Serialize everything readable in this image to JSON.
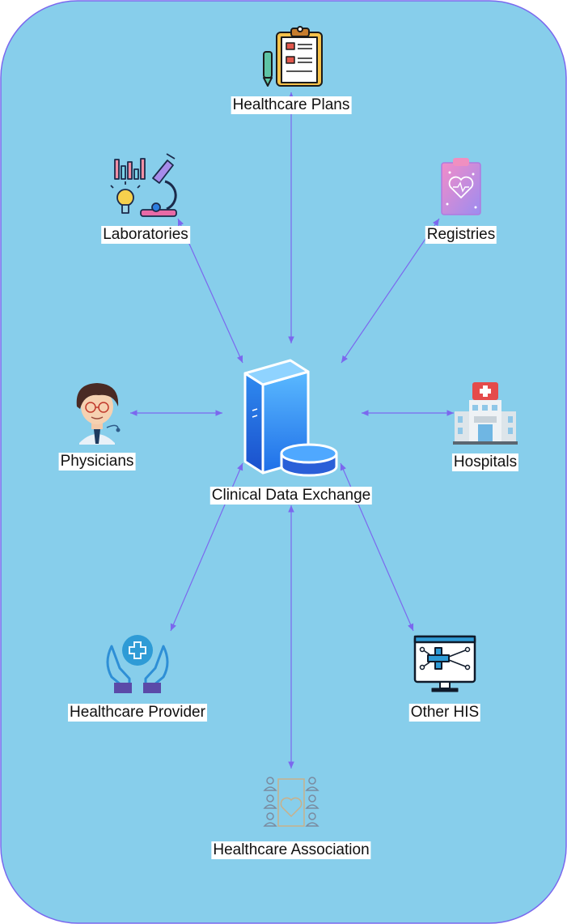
{
  "colors": {
    "background": "#87CEEB",
    "border": "#7B68EE",
    "arrow": "#7B68EE",
    "label_bg": "#FFFFFF"
  },
  "diagram": {
    "center": {
      "label": "Clinical Data Exchange",
      "icon": "server-database-icon"
    },
    "nodes": [
      {
        "id": "plans",
        "label": "Healthcare Plans",
        "icon": "clipboard-plan-icon"
      },
      {
        "id": "labs",
        "label": "Laboratories",
        "icon": "microscope-lab-icon"
      },
      {
        "id": "registries",
        "label": "Registries",
        "icon": "medical-clipboard-icon"
      },
      {
        "id": "physicians",
        "label": "Physicians",
        "icon": "doctor-icon"
      },
      {
        "id": "hospitals",
        "label": "Hospitals",
        "icon": "hospital-building-icon"
      },
      {
        "id": "provider",
        "label": "Healthcare Provider",
        "icon": "hands-medical-cross-icon"
      },
      {
        "id": "his",
        "label": "Other HIS",
        "icon": "medical-monitor-icon"
      },
      {
        "id": "association",
        "label": "Healthcare Association",
        "icon": "people-network-icon"
      }
    ],
    "connections": [
      {
        "from": "center",
        "to": "plans",
        "direction": "both"
      },
      {
        "from": "center",
        "to": "labs",
        "direction": "both"
      },
      {
        "from": "center",
        "to": "registries",
        "direction": "both"
      },
      {
        "from": "center",
        "to": "physicians",
        "direction": "both"
      },
      {
        "from": "center",
        "to": "hospitals",
        "direction": "both"
      },
      {
        "from": "center",
        "to": "provider",
        "direction": "both"
      },
      {
        "from": "center",
        "to": "his",
        "direction": "both"
      },
      {
        "from": "center",
        "to": "association",
        "direction": "both"
      }
    ]
  }
}
